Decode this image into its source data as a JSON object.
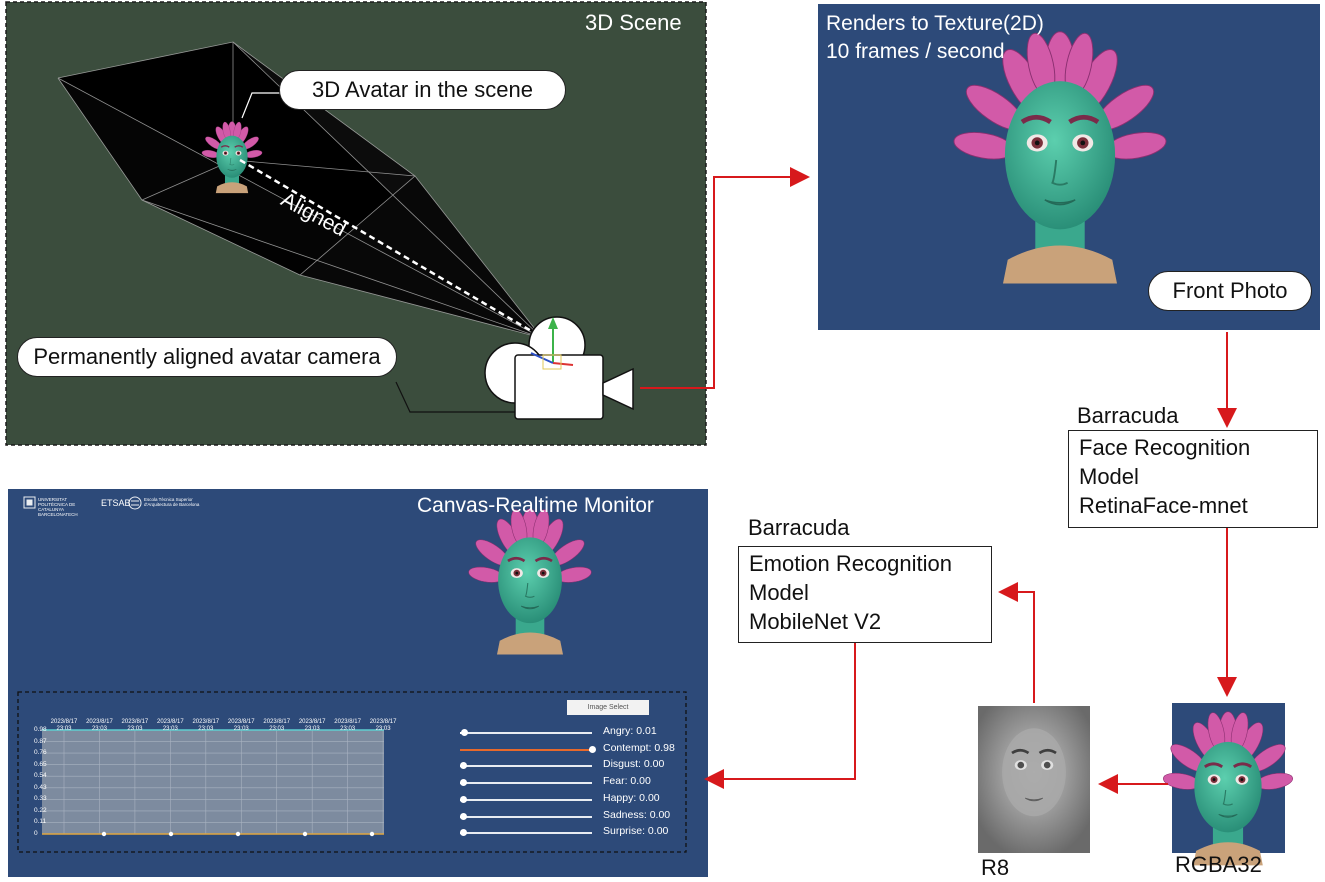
{
  "scene": {
    "title": "3D Scene",
    "avatar_callout": "3D Avatar in the scene",
    "aligned_label": "Aligned",
    "camera_callout": "Permanently aligned avatar camera"
  },
  "render": {
    "title_line1": "Renders to Texture(2D)",
    "title_line2": "10 frames / second",
    "front_photo": "Front Photo"
  },
  "face_model": {
    "caption": "Barracuda",
    "line1": "Face Recognition",
    "line2": "Model",
    "line3": "RetinaFace-mnet"
  },
  "emotion_model": {
    "caption": "Barracuda",
    "line1": "Emotion Recognition",
    "line2": "Model",
    "line3": "MobileNet V2"
  },
  "images": {
    "gray_label": "R8",
    "color_label": "RGBA32"
  },
  "monitor": {
    "title": "Canvas-Realtime Monitor",
    "logo_left": "UNIVERSITAT POLITÈCNICA DE CATALUNYA BARCELONATECH",
    "logo_mid": "ETSAB",
    "logo_right": "Escola Tècnica Superior d'Arquitectura de Barcelona",
    "image_select": "Image Select",
    "y_ticks": [
      "0.98",
      "0.87",
      "0.76",
      "0.65",
      "0.54",
      "0.43",
      "0.33",
      "0.22",
      "0.11",
      "0"
    ],
    "time_labels": [
      {
        "date": "2023/8/17",
        "time": "23:03"
      },
      {
        "date": "2023/8/17",
        "time": "23:03"
      },
      {
        "date": "2023/8/17",
        "time": "23:03"
      },
      {
        "date": "2023/8/17",
        "time": "23:03"
      },
      {
        "date": "2023/8/17",
        "time": "23:03"
      },
      {
        "date": "2023/8/17",
        "time": "23:03"
      },
      {
        "date": "2023/8/17",
        "time": "23:03"
      },
      {
        "date": "2023/8/17",
        "time": "23:03"
      },
      {
        "date": "2023/8/17",
        "time": "23:03"
      },
      {
        "date": "2023/8/17",
        "time": "23:03"
      }
    ],
    "emotions": [
      {
        "label": "Angry: 0.01",
        "value": 0.01,
        "color": "#ffffff"
      },
      {
        "label": "Contempt: 0.98",
        "value": 0.98,
        "color": "#e8692b"
      },
      {
        "label": "Disgust: 0.00",
        "value": 0.0,
        "color": "#ffffff"
      },
      {
        "label": "Fear: 0.00",
        "value": 0.0,
        "color": "#ffffff"
      },
      {
        "label": "Happy: 0.00",
        "value": 0.0,
        "color": "#ffffff"
      },
      {
        "label": "Sadness: 0.00",
        "value": 0.0,
        "color": "#ffffff"
      },
      {
        "label": "Surprise: 0.00",
        "value": 0.0,
        "color": "#ffffff"
      }
    ]
  },
  "colors": {
    "scene_bg": "#3b4d3d",
    "panel_blue": "#2d4a79",
    "arrow_red": "#d7191c",
    "skin": "#3fb597",
    "petal": "#d25aa8"
  }
}
